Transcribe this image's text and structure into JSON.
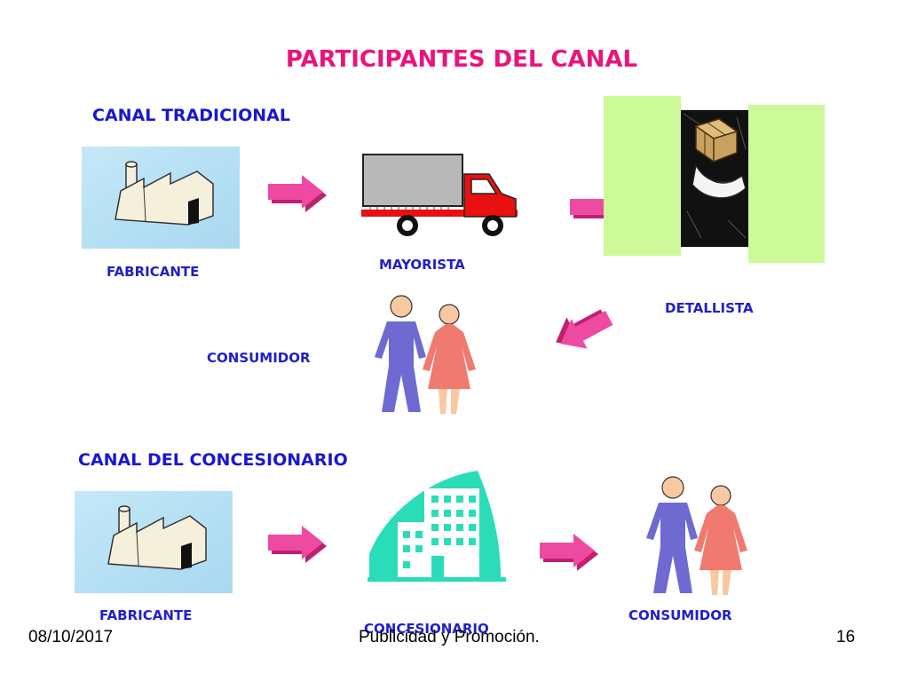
{
  "slide": {
    "title": "PARTICIPANTES DEL CANAL",
    "colors": {
      "title": "#e8157d",
      "text": "#2020c8",
      "arrow": "#ee4aa2",
      "factory_bg": "#b9e3f6",
      "building": "#2bdcb8",
      "panel": "#ccfa98",
      "man": "#6e6ad2",
      "woman": "#f07a70",
      "skin": "#f8c8a0",
      "truck": "#e81010"
    }
  },
  "traditional": {
    "heading": "CANAL TRADICIONAL",
    "nodes": [
      {
        "label": "FABRICANTE",
        "icon": "factory-icon"
      },
      {
        "label": "MAYORISTA",
        "icon": "truck-icon"
      },
      {
        "label": "DETALLISTA",
        "icon": "retailer-hands-box-icon"
      },
      {
        "label": "CONSUMIDOR",
        "icon": "couple-icon"
      }
    ]
  },
  "dealer": {
    "heading": "CANAL DEL CONCESIONARIO",
    "nodes": [
      {
        "label": "FABRICANTE",
        "icon": "factory-icon"
      },
      {
        "label": "CONCESIONARIO",
        "icon": "building-icon"
      },
      {
        "label": "CONSUMIDOR",
        "icon": "couple-icon"
      }
    ]
  },
  "footer": {
    "date": "08/10/2017",
    "center": "Publicidad y Promoción.",
    "page": "16"
  }
}
